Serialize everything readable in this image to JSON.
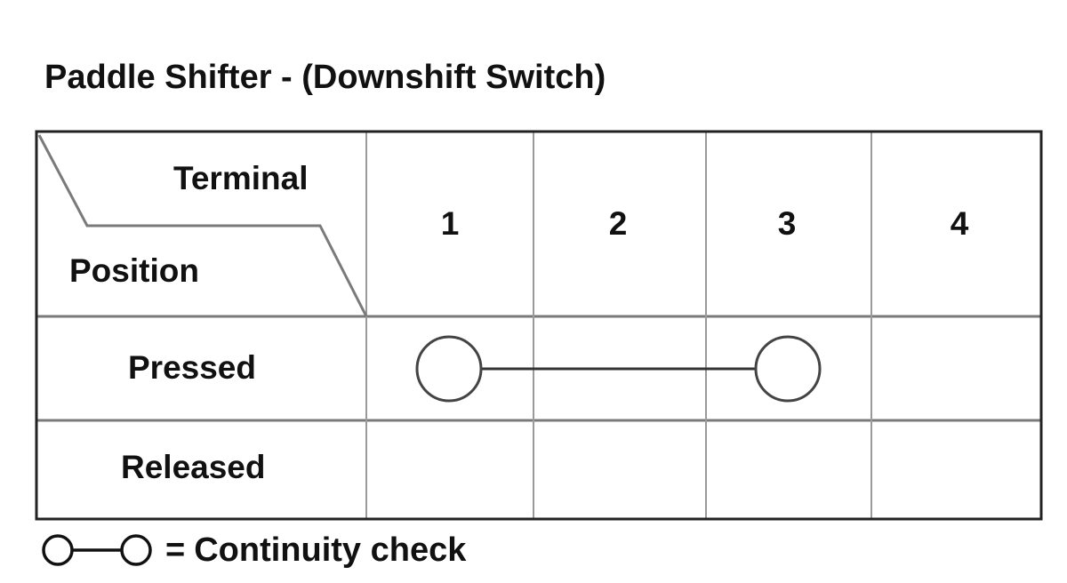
{
  "title": "Paddle Shifter - (Downshift Switch)",
  "table": {
    "header_terminal": "Terminal",
    "header_position": "Position",
    "terminals": [
      "1",
      "2",
      "3",
      "4"
    ],
    "rows": [
      {
        "label": "Pressed",
        "connected_terminals": [
          "1",
          "3"
        ]
      },
      {
        "label": "Released",
        "connected_terminals": []
      }
    ]
  },
  "legend": {
    "equals": "=",
    "text": "Continuity check"
  }
}
